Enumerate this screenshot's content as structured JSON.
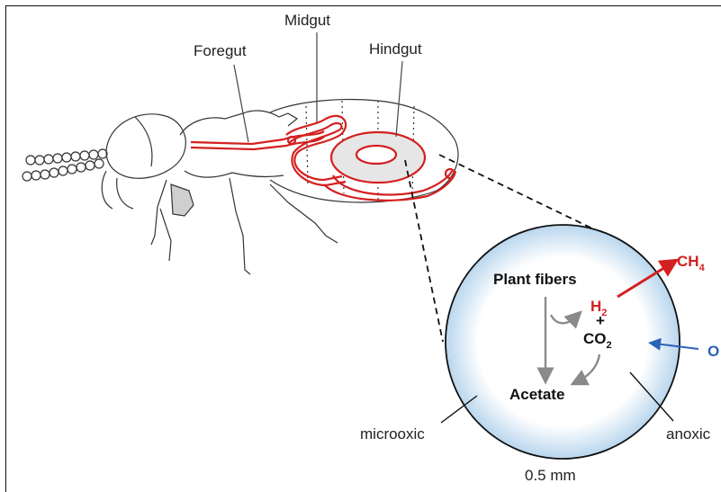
{
  "labels": {
    "foregut": "Foregut",
    "midgut": "Midgut",
    "hindgut": "Hindgut",
    "microoxic": "microoxic",
    "anoxic": "anoxic",
    "scale": "0.5 mm"
  },
  "circle": {
    "plant_fibers": "Plant fibers",
    "h2": "H",
    "h2_sub": "2",
    "plus": "+",
    "co2": "CO",
    "co2_sub": "2",
    "acetate": "Acetate",
    "ch4": "CH",
    "ch4_sub": "4",
    "o2": "O"
  },
  "colors": {
    "gut_red": "#d42020",
    "oxygen_blue": "#2a62b8",
    "circle_edge": "#bcd8ef",
    "arrow_gray": "#8a8a8a"
  }
}
